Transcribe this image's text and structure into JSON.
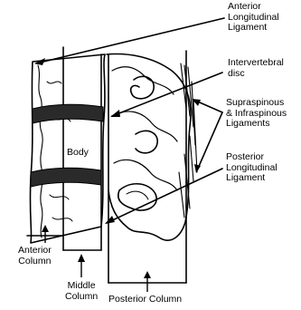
{
  "labels": {
    "anterior_longitudinal_ligament": "Anterior\nLongitudinal\nLigament",
    "intervertebral_disc": "Intervertebral\ndisc",
    "supraspinous_infraspinous_ligaments": "Supraspinous\n& Infraspinous\nLigaments",
    "posterior_longitudinal_ligament": "Posterior\nLongitudinal\nLigament",
    "body": "Body",
    "anterior_column": "Anterior\nColumn",
    "middle_column": "Middle\nColumn",
    "posterior_column": "Posterior Column"
  }
}
